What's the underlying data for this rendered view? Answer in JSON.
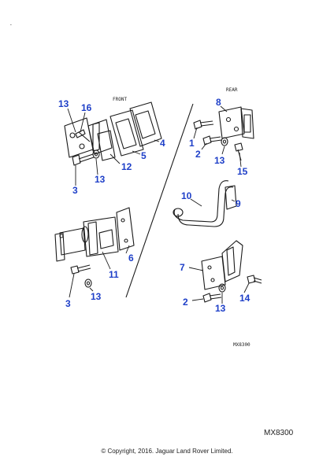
{
  "view_labels": {
    "front": "FRONT",
    "rear": "REAR"
  },
  "diagram_ref_small": "MX8300",
  "diagram_ref": "MX8300",
  "copyright": "© Copyright, 2016. Jaguar Land Rover Limited.",
  "callouts": {
    "c13a": "13",
    "c16": "16",
    "c4": "4",
    "c5": "5",
    "c12": "12",
    "c3a": "3",
    "c13b": "13",
    "c8": "8",
    "c1": "1",
    "c2a": "2",
    "c13c": "13",
    "c15": "15",
    "c10": "10",
    "c9": "9",
    "c6": "6",
    "c11": "11",
    "c3b": "3",
    "c13d": "13",
    "c7": "7",
    "c2b": "2",
    "c13e": "13",
    "c14": "14"
  },
  "colors": {
    "callout": "#1e3fc8",
    "line": "#1a1a1a"
  }
}
